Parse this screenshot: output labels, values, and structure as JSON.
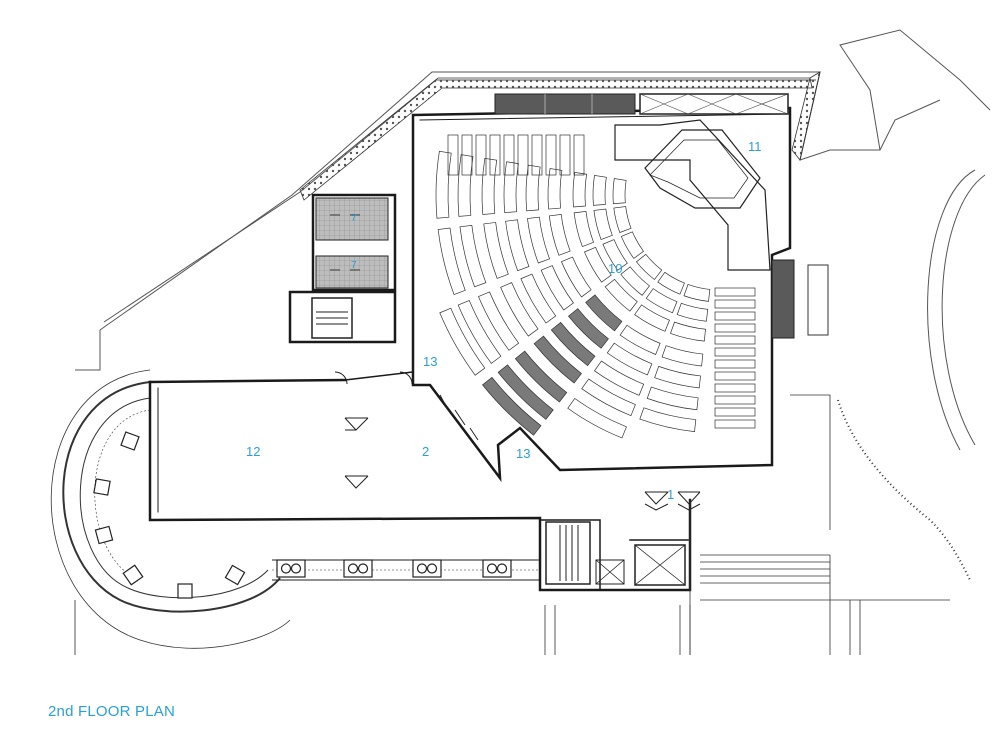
{
  "caption": "2nd FLOOR PLAN",
  "colors": {
    "label": "#2a9fd8",
    "line": "#222222",
    "hatch": "#6e6e6e"
  },
  "rooms": {
    "r10": "10",
    "r11": "11",
    "r12": "12",
    "r2": "2",
    "r13a": "13",
    "r13b": "13",
    "r1": "1",
    "r7a": "7",
    "r7b": "7"
  }
}
